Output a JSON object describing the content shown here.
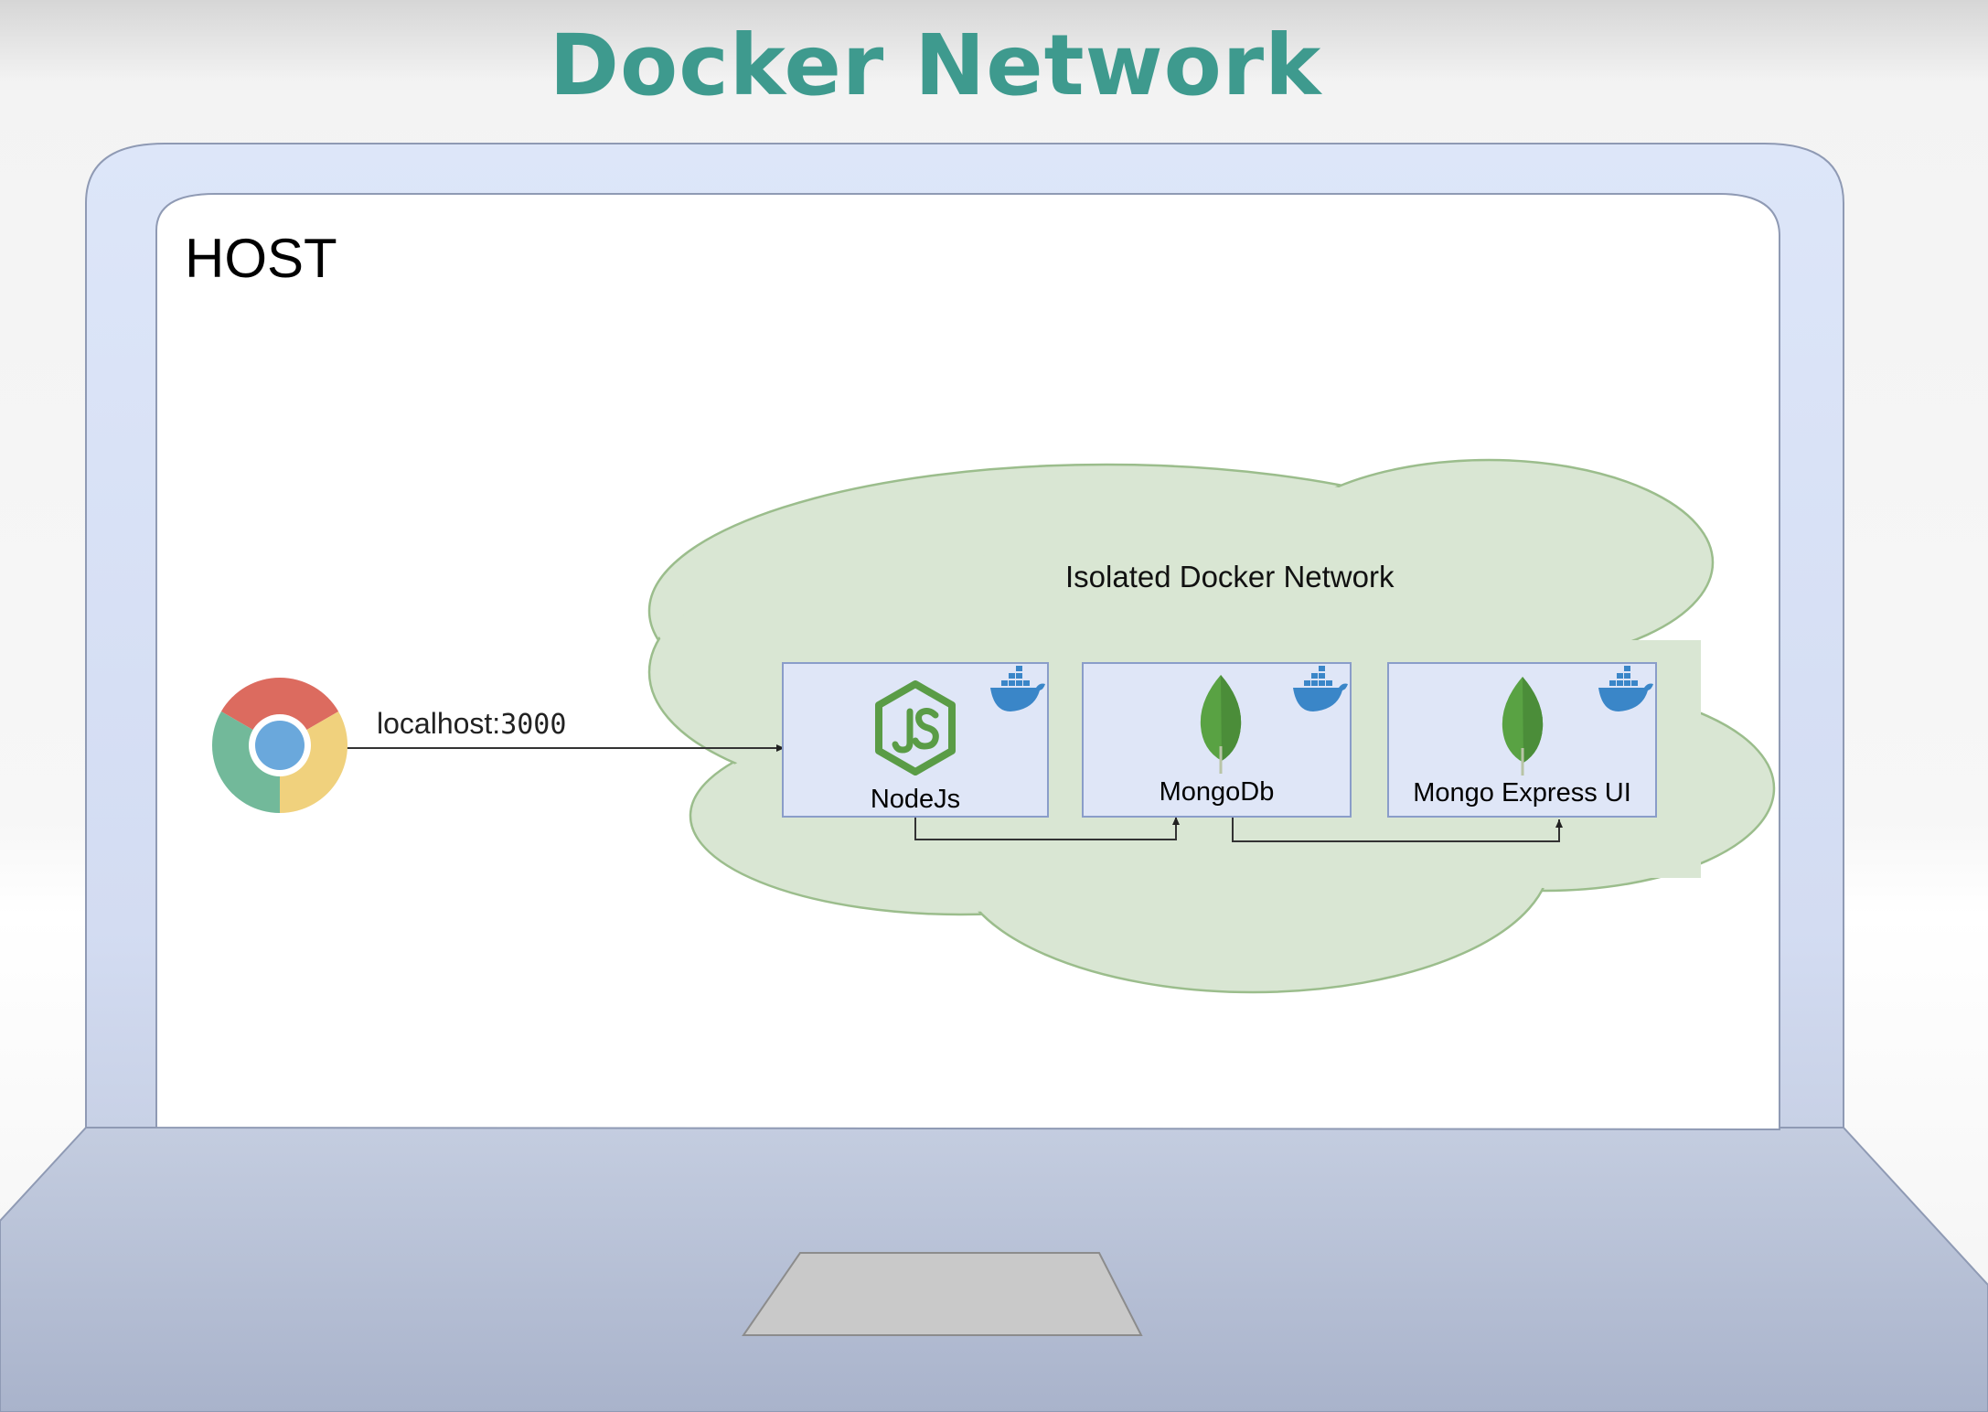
{
  "title": "Docker Network",
  "host": {
    "label": "HOST"
  },
  "network": {
    "label": "Isolated Docker Network"
  },
  "browser": {
    "icon": "chrome-browser-icon",
    "link_text": "localhost:",
    "link_port": "3000"
  },
  "containers": [
    {
      "label": "NodeJs",
      "icon": "nodejs-logo-icon",
      "badge": "docker-whale-icon"
    },
    {
      "label": "MongoDb",
      "icon": "mongodb-leaf-icon",
      "badge": "docker-whale-icon"
    },
    {
      "label": "Mongo Express UI",
      "icon": "mongodb-leaf-icon",
      "badge": "docker-whale-icon"
    }
  ],
  "colors": {
    "title": "#3e9a8e",
    "laptop_frame": "#dde6f9",
    "cloud_fill": "#d9e6d3",
    "container_fill": "#dfe6f7",
    "docker_blue": "#3a86c8",
    "nodejs_green": "#5a9c46",
    "mongo_green": "#59a243"
  }
}
